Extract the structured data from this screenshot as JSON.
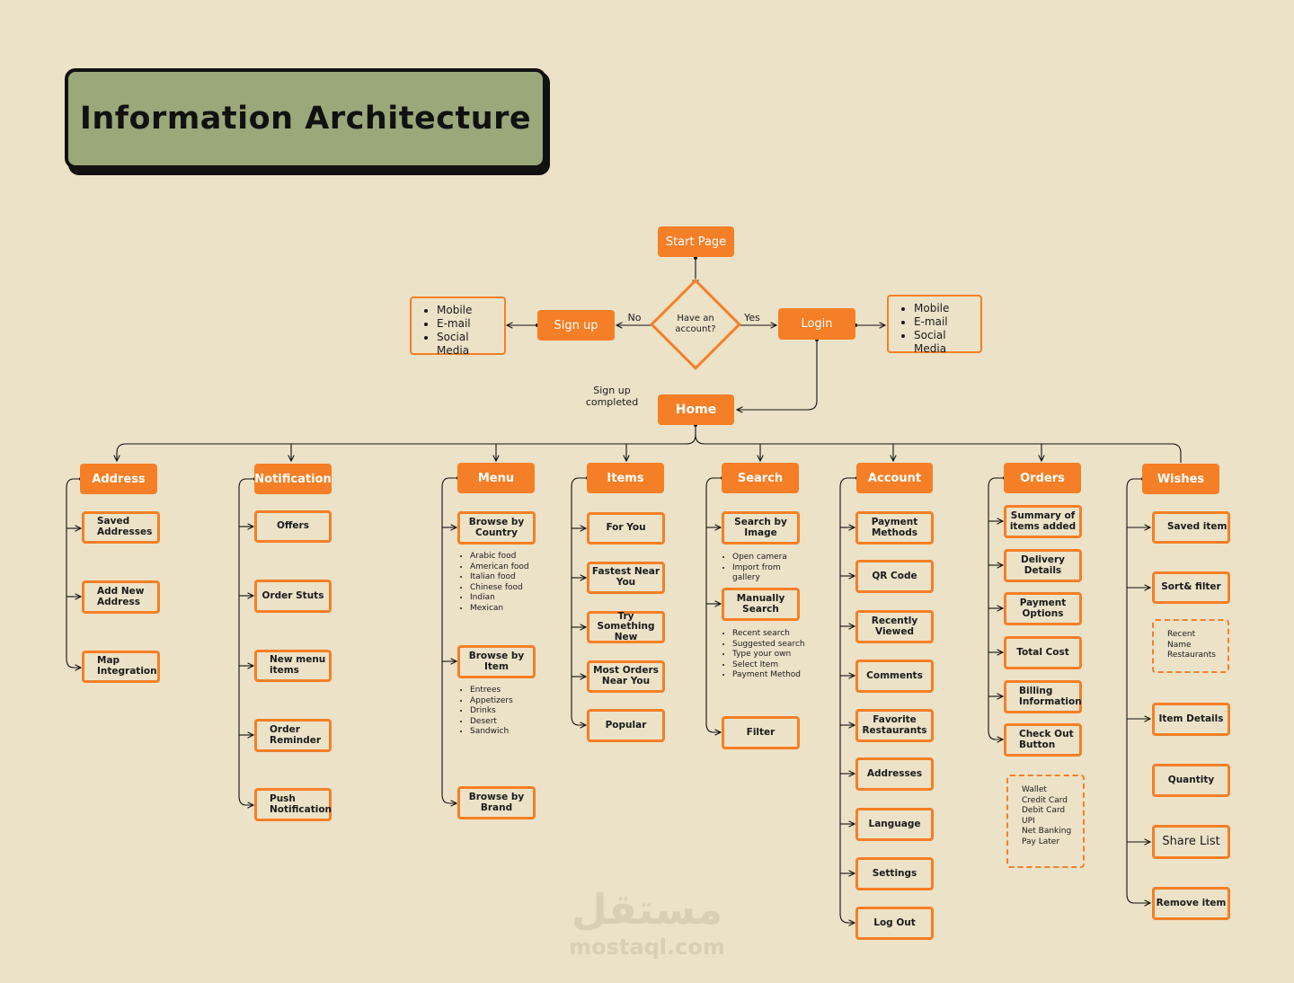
{
  "title": "Information Architecture",
  "start": "Start Page",
  "decision": "Have an account?",
  "no_label": "No",
  "yes_label": "Yes",
  "signup": "Sign up",
  "login": "Login",
  "signup_methods": [
    "Mobile",
    "E-mail",
    "Social Media"
  ],
  "login_methods": [
    "Mobile",
    "E-mail",
    "Social Media"
  ],
  "signup_completed": "Sign up completed",
  "home": "Home",
  "columns": {
    "address": {
      "header": "Address",
      "items": [
        "Saved Addresses",
        "Add New Address",
        "Map Integration"
      ]
    },
    "notification": {
      "header": "Notification",
      "items": [
        "Offers",
        "Order Stuts",
        "New menu items",
        "Order Reminder",
        "Push Notification"
      ]
    },
    "menu": {
      "header": "Menu",
      "items": [
        "Browse by Country",
        "Browse by Item",
        "Browse by Brand"
      ],
      "country_list": [
        "Arabic food",
        "American food",
        "Italian food",
        "Chinese food",
        "Indian",
        "Mexican"
      ],
      "item_list": [
        "Entrees",
        "Appetizers",
        "Drinks",
        "Desert",
        "Sandwich"
      ]
    },
    "items": {
      "header": "Items",
      "items": [
        "For You",
        "Fastest Near You",
        "Try Something New",
        "Most Orders Near You",
        "Popular"
      ]
    },
    "search": {
      "header": "Search",
      "items": [
        "Search by Image",
        "Manually Search",
        "Filter"
      ],
      "image_list": [
        "Open camera",
        "Import from gallery"
      ],
      "manual_list": [
        "Recent search",
        "Suggested search",
        "Type your own",
        "Select Item",
        "Payment Method"
      ]
    },
    "account": {
      "header": "Account",
      "items": [
        "Payment Methods",
        "QR Code",
        "Recently Viewed",
        "Comments",
        "Favorite Restaurants",
        "Addresses",
        "Language",
        "Settings",
        "Log Out"
      ]
    },
    "orders": {
      "header": "Orders",
      "items": [
        "Summary of items added",
        "Delivery Details",
        "Payment Options",
        "Total Cost",
        "Billing Information",
        "Check Out Button"
      ],
      "payment_list": [
        "Wallet",
        "Credit Card",
        "Debit Card",
        "UPI",
        "Net Banking",
        "Pay Later"
      ]
    },
    "wishes": {
      "header": "Wishes",
      "items": [
        "Saved item",
        "Sort& filter",
        "Item Details",
        "Quantity",
        "Share List",
        "Remove item"
      ],
      "sort_list": [
        "Recent",
        "Name",
        "Restaurants"
      ]
    }
  },
  "watermark": {
    "arabic": "مستقل",
    "latin": "mostaql.com"
  },
  "colors": {
    "accent": "#f57f26",
    "background": "#ece2c8",
    "title_bg": "#9aa87a",
    "ink": "#111111"
  }
}
